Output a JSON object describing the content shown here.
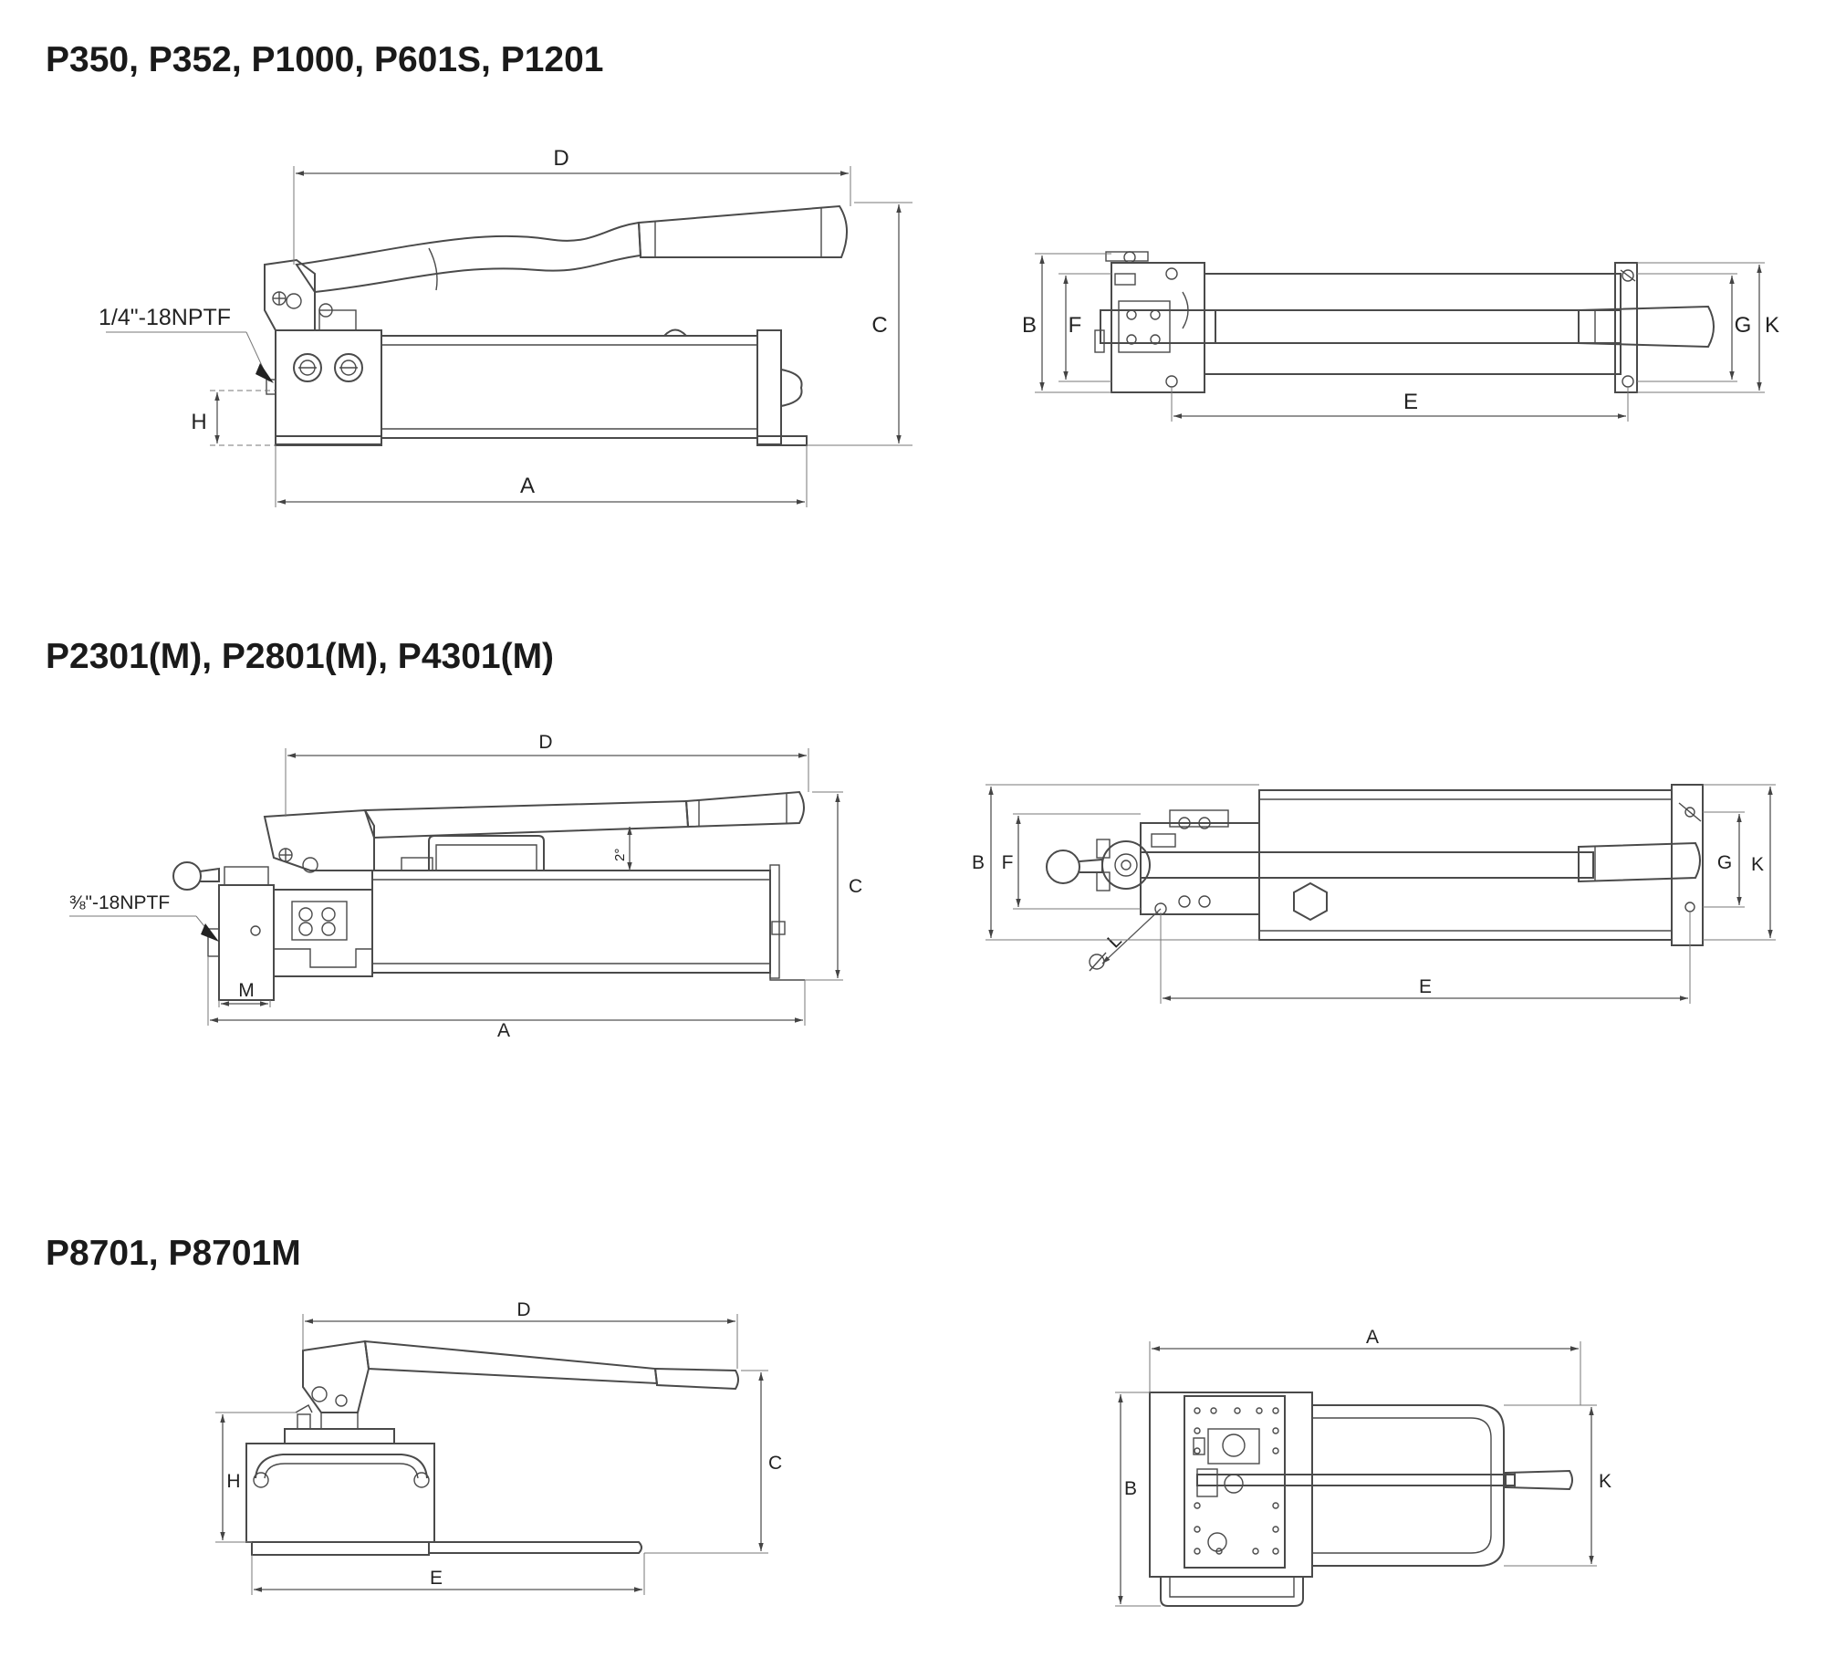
{
  "sections": [
    {
      "title": "P350, P352, P1000, P601S, P1201",
      "side_view": {
        "labels": {
          "d": "D",
          "c": "C",
          "h": "H",
          "a": "A"
        },
        "port_note": "1/4\"-18NPTF"
      },
      "top_view": {
        "labels": {
          "b": "B",
          "f": "F",
          "g": "G",
          "k": "K",
          "e": "E"
        }
      }
    },
    {
      "title": "P2301(M), P2801(M), P4301(M)",
      "side_view": {
        "labels": {
          "d": "D",
          "c": "C",
          "m": "M",
          "a": "A"
        },
        "port_note": "⅜\"-18NPTF",
        "angle_note": "2°"
      },
      "top_view": {
        "labels": {
          "b": "B",
          "f": "F",
          "g": "G",
          "k": "K",
          "e": "E",
          "l": "L"
        }
      }
    },
    {
      "title": "P8701, P8701M",
      "side_view": {
        "labels": {
          "d": "D",
          "c": "C",
          "h": "H",
          "e": "E"
        }
      },
      "top_view": {
        "labels": {
          "a": "A",
          "b": "B",
          "k": "K"
        }
      }
    }
  ]
}
